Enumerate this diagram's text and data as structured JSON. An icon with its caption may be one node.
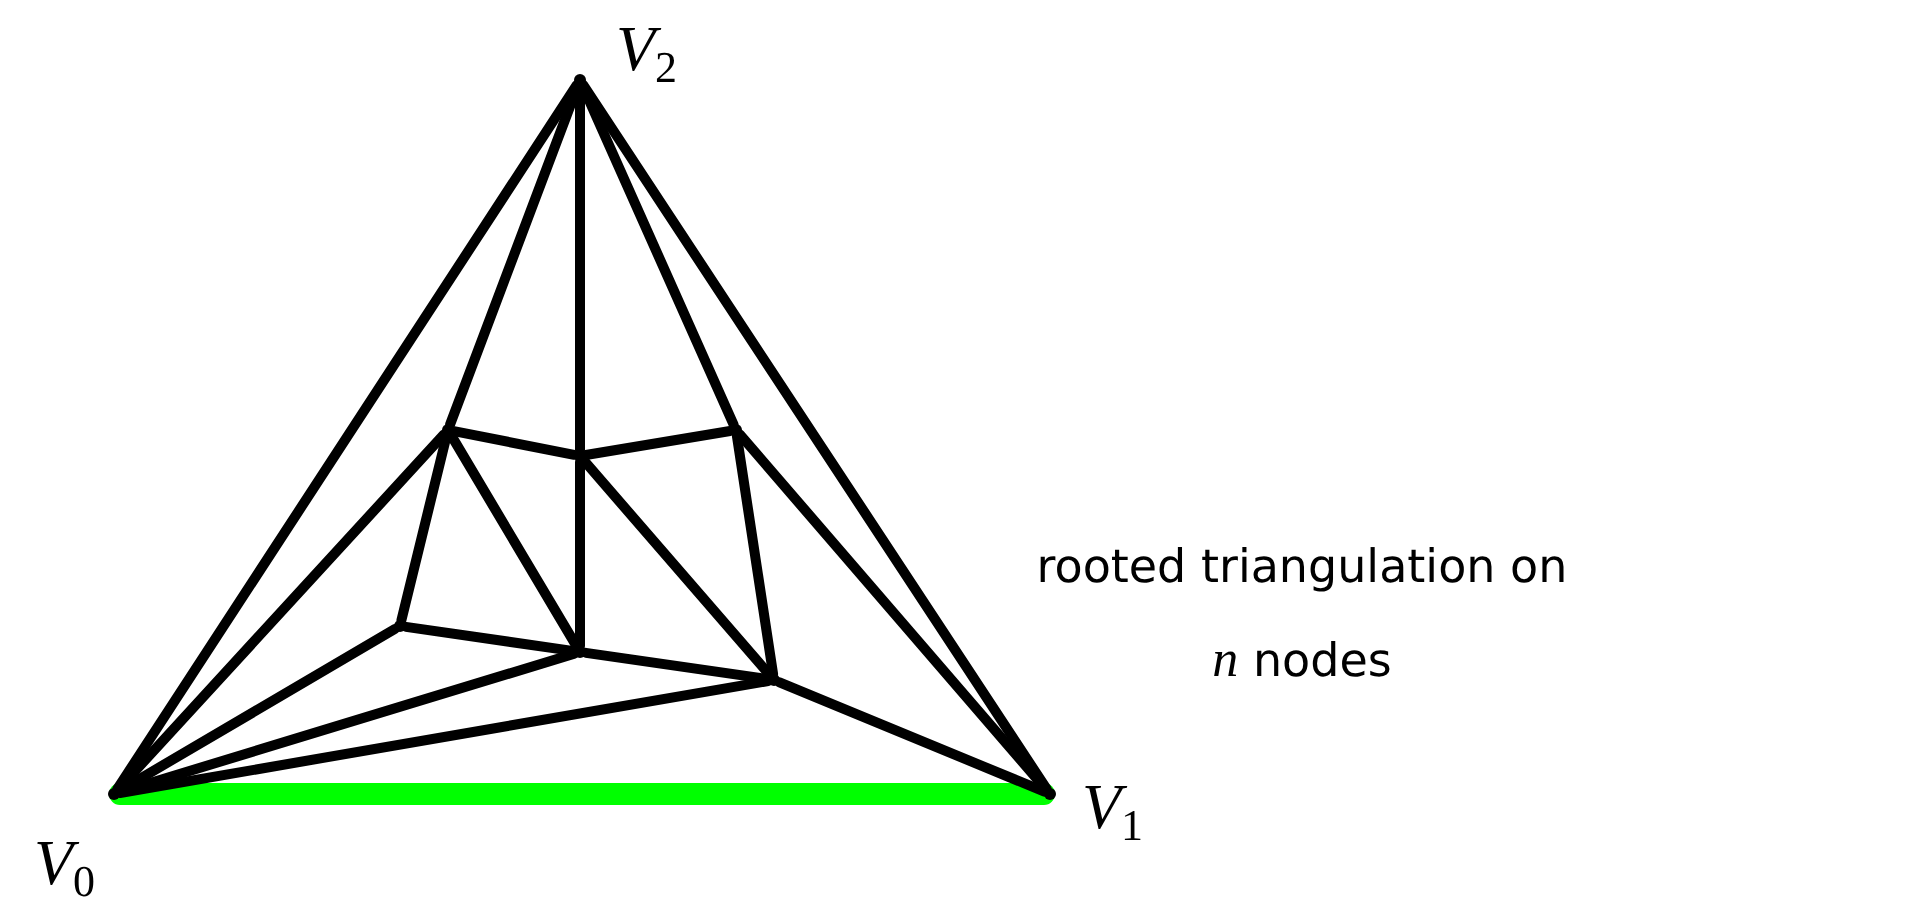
{
  "diagram": {
    "nodes": [
      {
        "text": [],
        "shape": "point",
        "beside": [
          "*V*$_{2}$"
        ]
      },
      {
        "text": [],
        "shape": "point"
      },
      {
        "text": [],
        "shape": "point"
      },
      {
        "text": [],
        "shape": "point"
      },
      {
        "text": [],
        "shape": "point"
      },
      {
        "text": [],
        "shape": "point"
      },
      {
        "text": [],
        "shape": "point"
      },
      {
        "text": [],
        "shape": "point",
        "beside": [
          "*V*$_{0}$"
        ]
      },
      {
        "text": [],
        "shape": "point",
        "beside": [
          "*V*$_{1}$"
        ]
      }
    ],
    "edges": [
      {
        "from": 7,
        "to": 8,
        "arrow": "none",
        "style": "thick",
        "color": "#00ff00"
      },
      {
        "from": 0,
        "to": 7,
        "arrow": "none"
      },
      {
        "from": 0,
        "to": 8,
        "arrow": "none"
      },
      {
        "from": 0,
        "to": 1,
        "arrow": "none"
      },
      {
        "from": 0,
        "to": 2,
        "arrow": "none"
      },
      {
        "from": 0,
        "to": 3,
        "arrow": "none"
      },
      {
        "from": 1,
        "to": 2,
        "arrow": "none"
      },
      {
        "from": 2,
        "to": 3,
        "arrow": "none"
      },
      {
        "from": 1,
        "to": 4,
        "arrow": "none"
      },
      {
        "from": 1,
        "to": 5,
        "arrow": "none"
      },
      {
        "from": 1,
        "to": 7,
        "arrow": "none"
      },
      {
        "from": 2,
        "to": 5,
        "arrow": "none"
      },
      {
        "from": 2,
        "to": 6,
        "arrow": "none"
      },
      {
        "from": 3,
        "to": 6,
        "arrow": "none"
      },
      {
        "from": 3,
        "to": 8,
        "arrow": "none"
      },
      {
        "from": 4,
        "to": 5,
        "arrow": "none"
      },
      {
        "from": 5,
        "to": 6,
        "arrow": "none"
      },
      {
        "from": 4,
        "to": 7,
        "arrow": "none"
      },
      {
        "from": 5,
        "to": 7,
        "arrow": "none"
      },
      {
        "from": 6,
        "to": 7,
        "arrow": "none"
      },
      {
        "from": 6,
        "to": 8,
        "arrow": "none"
      }
    ],
    "labels": [
      "rooted triangulation on *n* nodes"
    ]
  }
}
